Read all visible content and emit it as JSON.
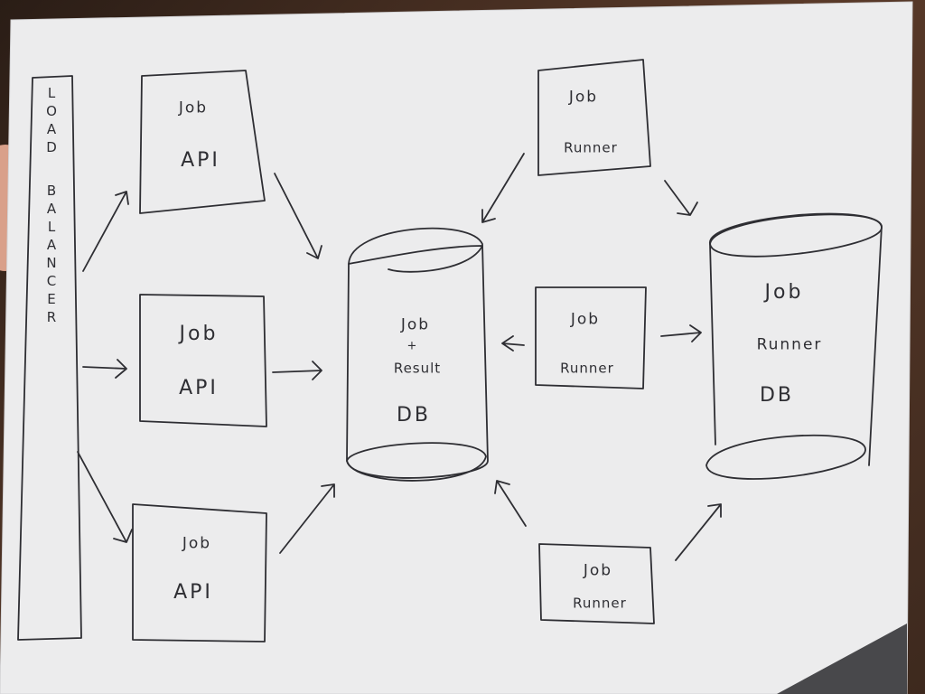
{
  "load_balancer": {
    "label": "LOAD BALANCER"
  },
  "job_apis": [
    {
      "line1": "Job",
      "line2": "API"
    },
    {
      "line1": "Job",
      "line2": "API"
    },
    {
      "line1": "Job",
      "line2": "API"
    }
  ],
  "job_result_db": {
    "line1": "Job",
    "line2": "+",
    "line3": "Result",
    "line4": "DB"
  },
  "job_runners": [
    {
      "line1": "Job",
      "line2": "Runner"
    },
    {
      "line1": "Job",
      "line2": "Runner"
    },
    {
      "line1": "Job",
      "line2": "Runner"
    }
  ],
  "job_runner_db": {
    "line1": "Job",
    "line2": "Runner",
    "line3": "DB"
  },
  "colors": {
    "ink": "#2e2e33",
    "paper": "#ededee"
  }
}
